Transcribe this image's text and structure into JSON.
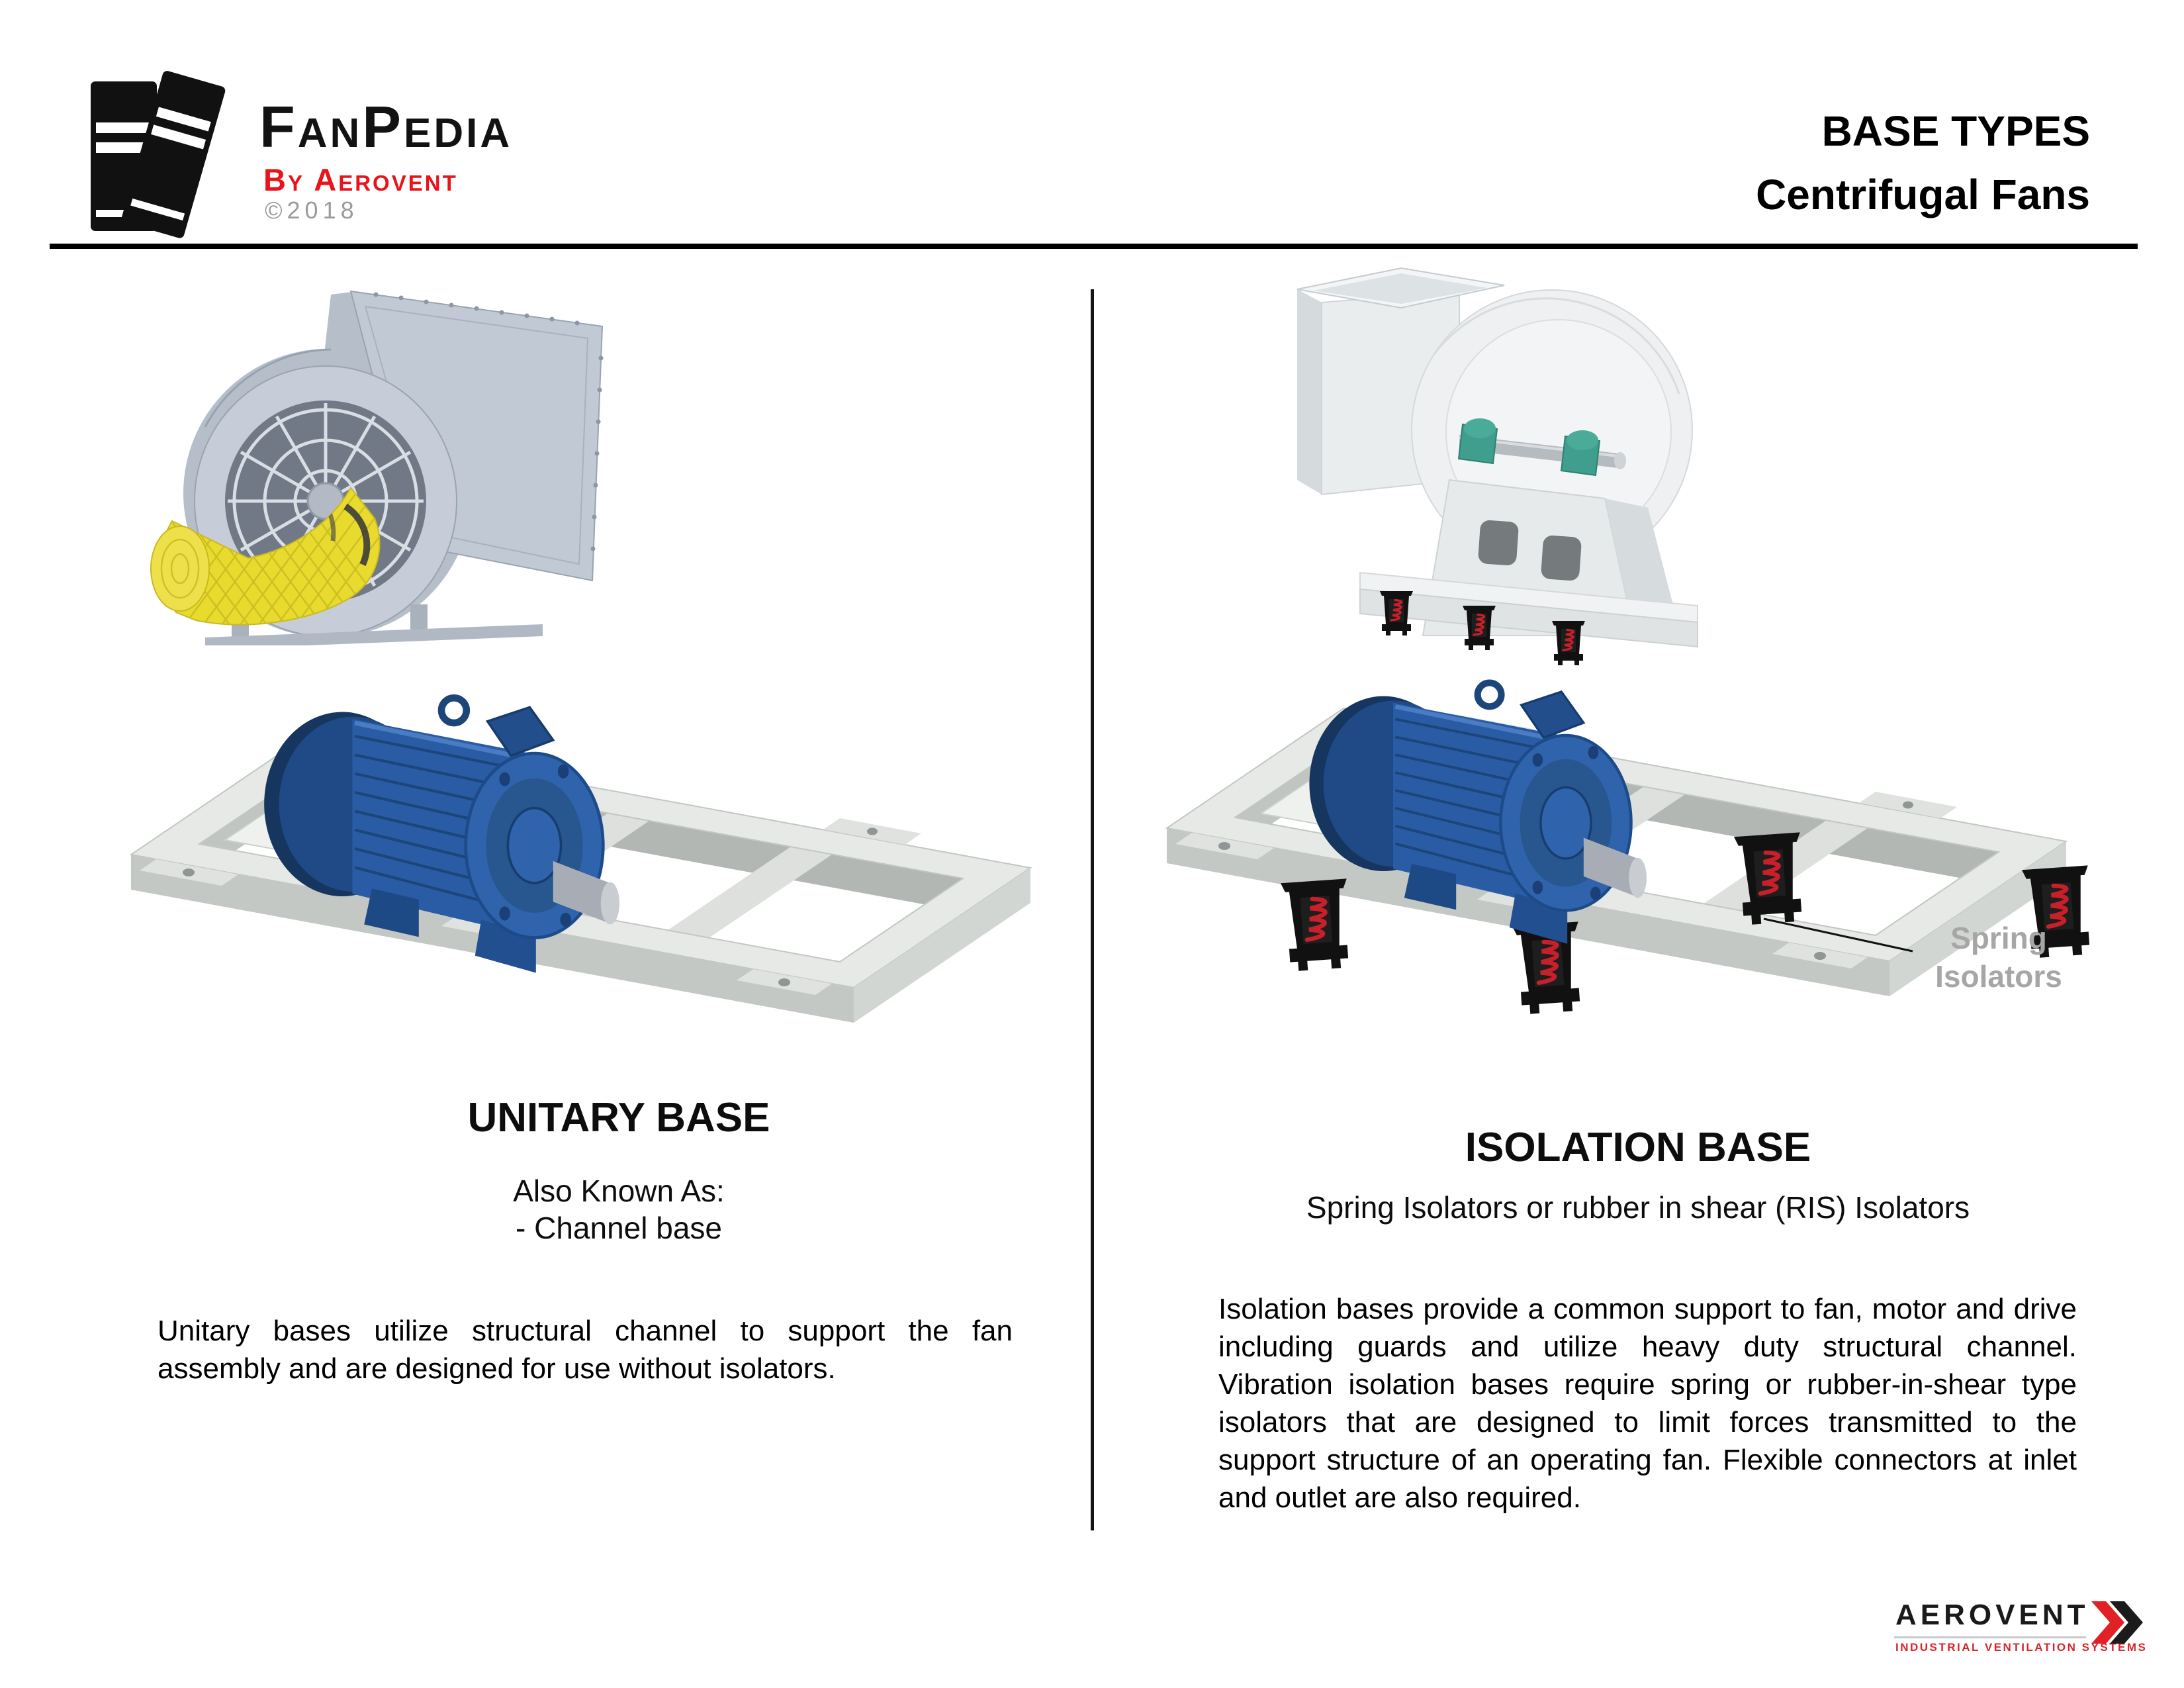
{
  "header": {
    "logo": {
      "title": "FanPedia",
      "byline": "By Aerovent",
      "copyright": "©2018"
    },
    "page_title": {
      "line1": "BASE TYPES",
      "line2": "Centrifugal Fans"
    }
  },
  "left_column": {
    "heading": "UNITARY BASE",
    "aka_label": "Also Known As:",
    "aka_item": "- Channel base",
    "body": "Unitary bases utilize structural channel to support the fan assembly and are designed for use without isolators."
  },
  "right_column": {
    "heading": "ISOLATION BASE",
    "subtitle": "Spring Isolators or rubber in shear (RIS) Isolators",
    "body": "Isolation bases provide a common support to fan, motor and drive including guards and utilize heavy duty structural channel. Vibration isolation bases require spring or rubber-in-shear type isolators that are designed to limit forces transmitted to the support structure of an operating fan. Flexible connectors at inlet and outlet are also required.",
    "callout_line1": "Spring",
    "callout_line2": "Isolators"
  },
  "footer": {
    "brand": "AEROVENT",
    "tagline": "Industrial Ventilation Systems"
  },
  "colors": {
    "accent_red": "#e8131b",
    "callout_gray": "#a6a6a6",
    "motor_blue": "#2a5ca6",
    "guard_yellow": "#e9db2e",
    "spring_red": "#c8202a",
    "frame_gray": "#e6e9e5"
  }
}
